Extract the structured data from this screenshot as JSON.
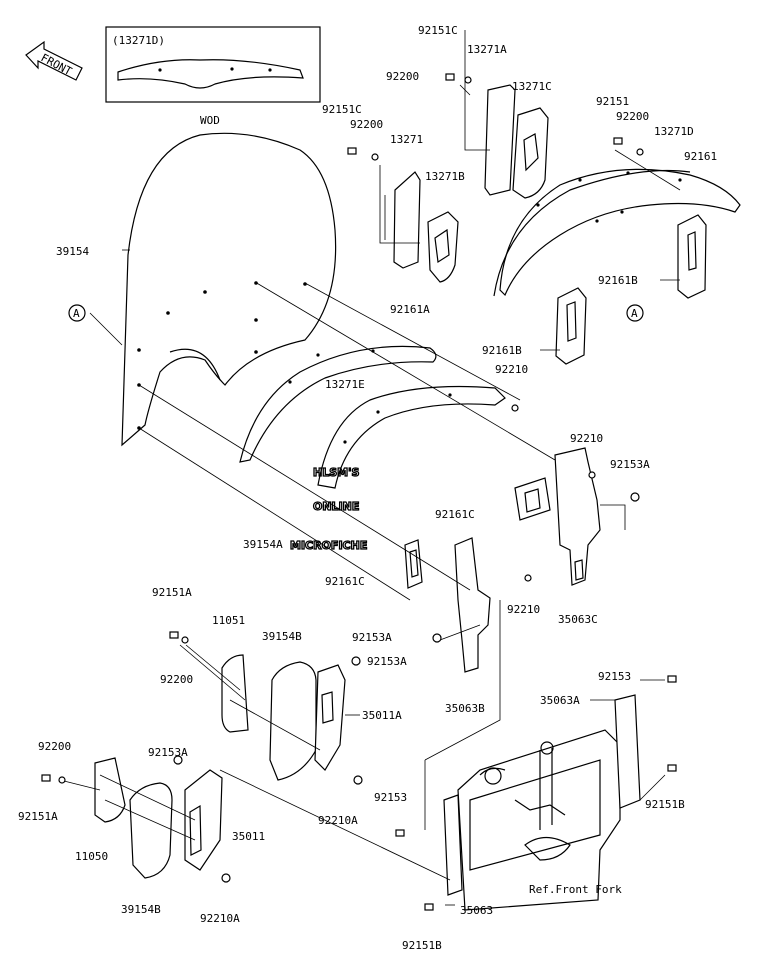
{
  "labels": {
    "inset_code": "(13271D)",
    "front": "FRONT",
    "wod": "WOD",
    "l_92151c_top": "92151C",
    "l_13271a": "13271A",
    "l_92200_top": "92200",
    "l_13271c": "13271C",
    "l_92151_r": "92151",
    "l_92200_r": "92200",
    "l_13271d": "13271D",
    "l_92161": "92161",
    "l_92151c_mid": "92151C",
    "l_92200_mid": "92200",
    "l_13271": "13271",
    "l_13271b": "13271B",
    "l_39154": "39154",
    "l_a_left": "A",
    "l_a_right": "A",
    "l_92161b_a": "92161B",
    "l_92161a": "92161A",
    "l_92161b_b": "92161B",
    "l_92210_a": "92210",
    "l_13271e": "13271E",
    "l_92210_b": "92210",
    "l_92153a_r": "92153A",
    "l_92161c_a": "92161C",
    "l_39154a": "39154A",
    "l_92161c_b": "92161C",
    "l_92210_c": "92210",
    "l_35063c": "35063C",
    "l_92151a_a": "92151A",
    "l_11051": "11051",
    "l_39154b_a": "39154B",
    "l_92153a_m": "92153A",
    "l_92153a_m2": "92153A",
    "l_92200_low": "92200",
    "l_35011a": "35011A",
    "l_35063b": "35063B",
    "l_92153": "92153",
    "l_35063a": "35063A",
    "l_92200_ll": "92200",
    "l_92153a_l": "92153A",
    "l_92151a_b": "92151A",
    "l_92210a_a": "92210A",
    "l_92153_b": "92153",
    "l_92151b_r": "92151B",
    "l_35011": "35011",
    "l_11050": "11050",
    "l_39154b_b": "39154B",
    "l_92210a_b": "92210A",
    "l_ref_fork": "Ref.Front Fork",
    "l_35063": "35063",
    "l_92151b_b": "92151B"
  },
  "watermark": {
    "line1": "HLSM'S",
    "line2": "ONLINE",
    "line3": "MICROFICHE"
  }
}
